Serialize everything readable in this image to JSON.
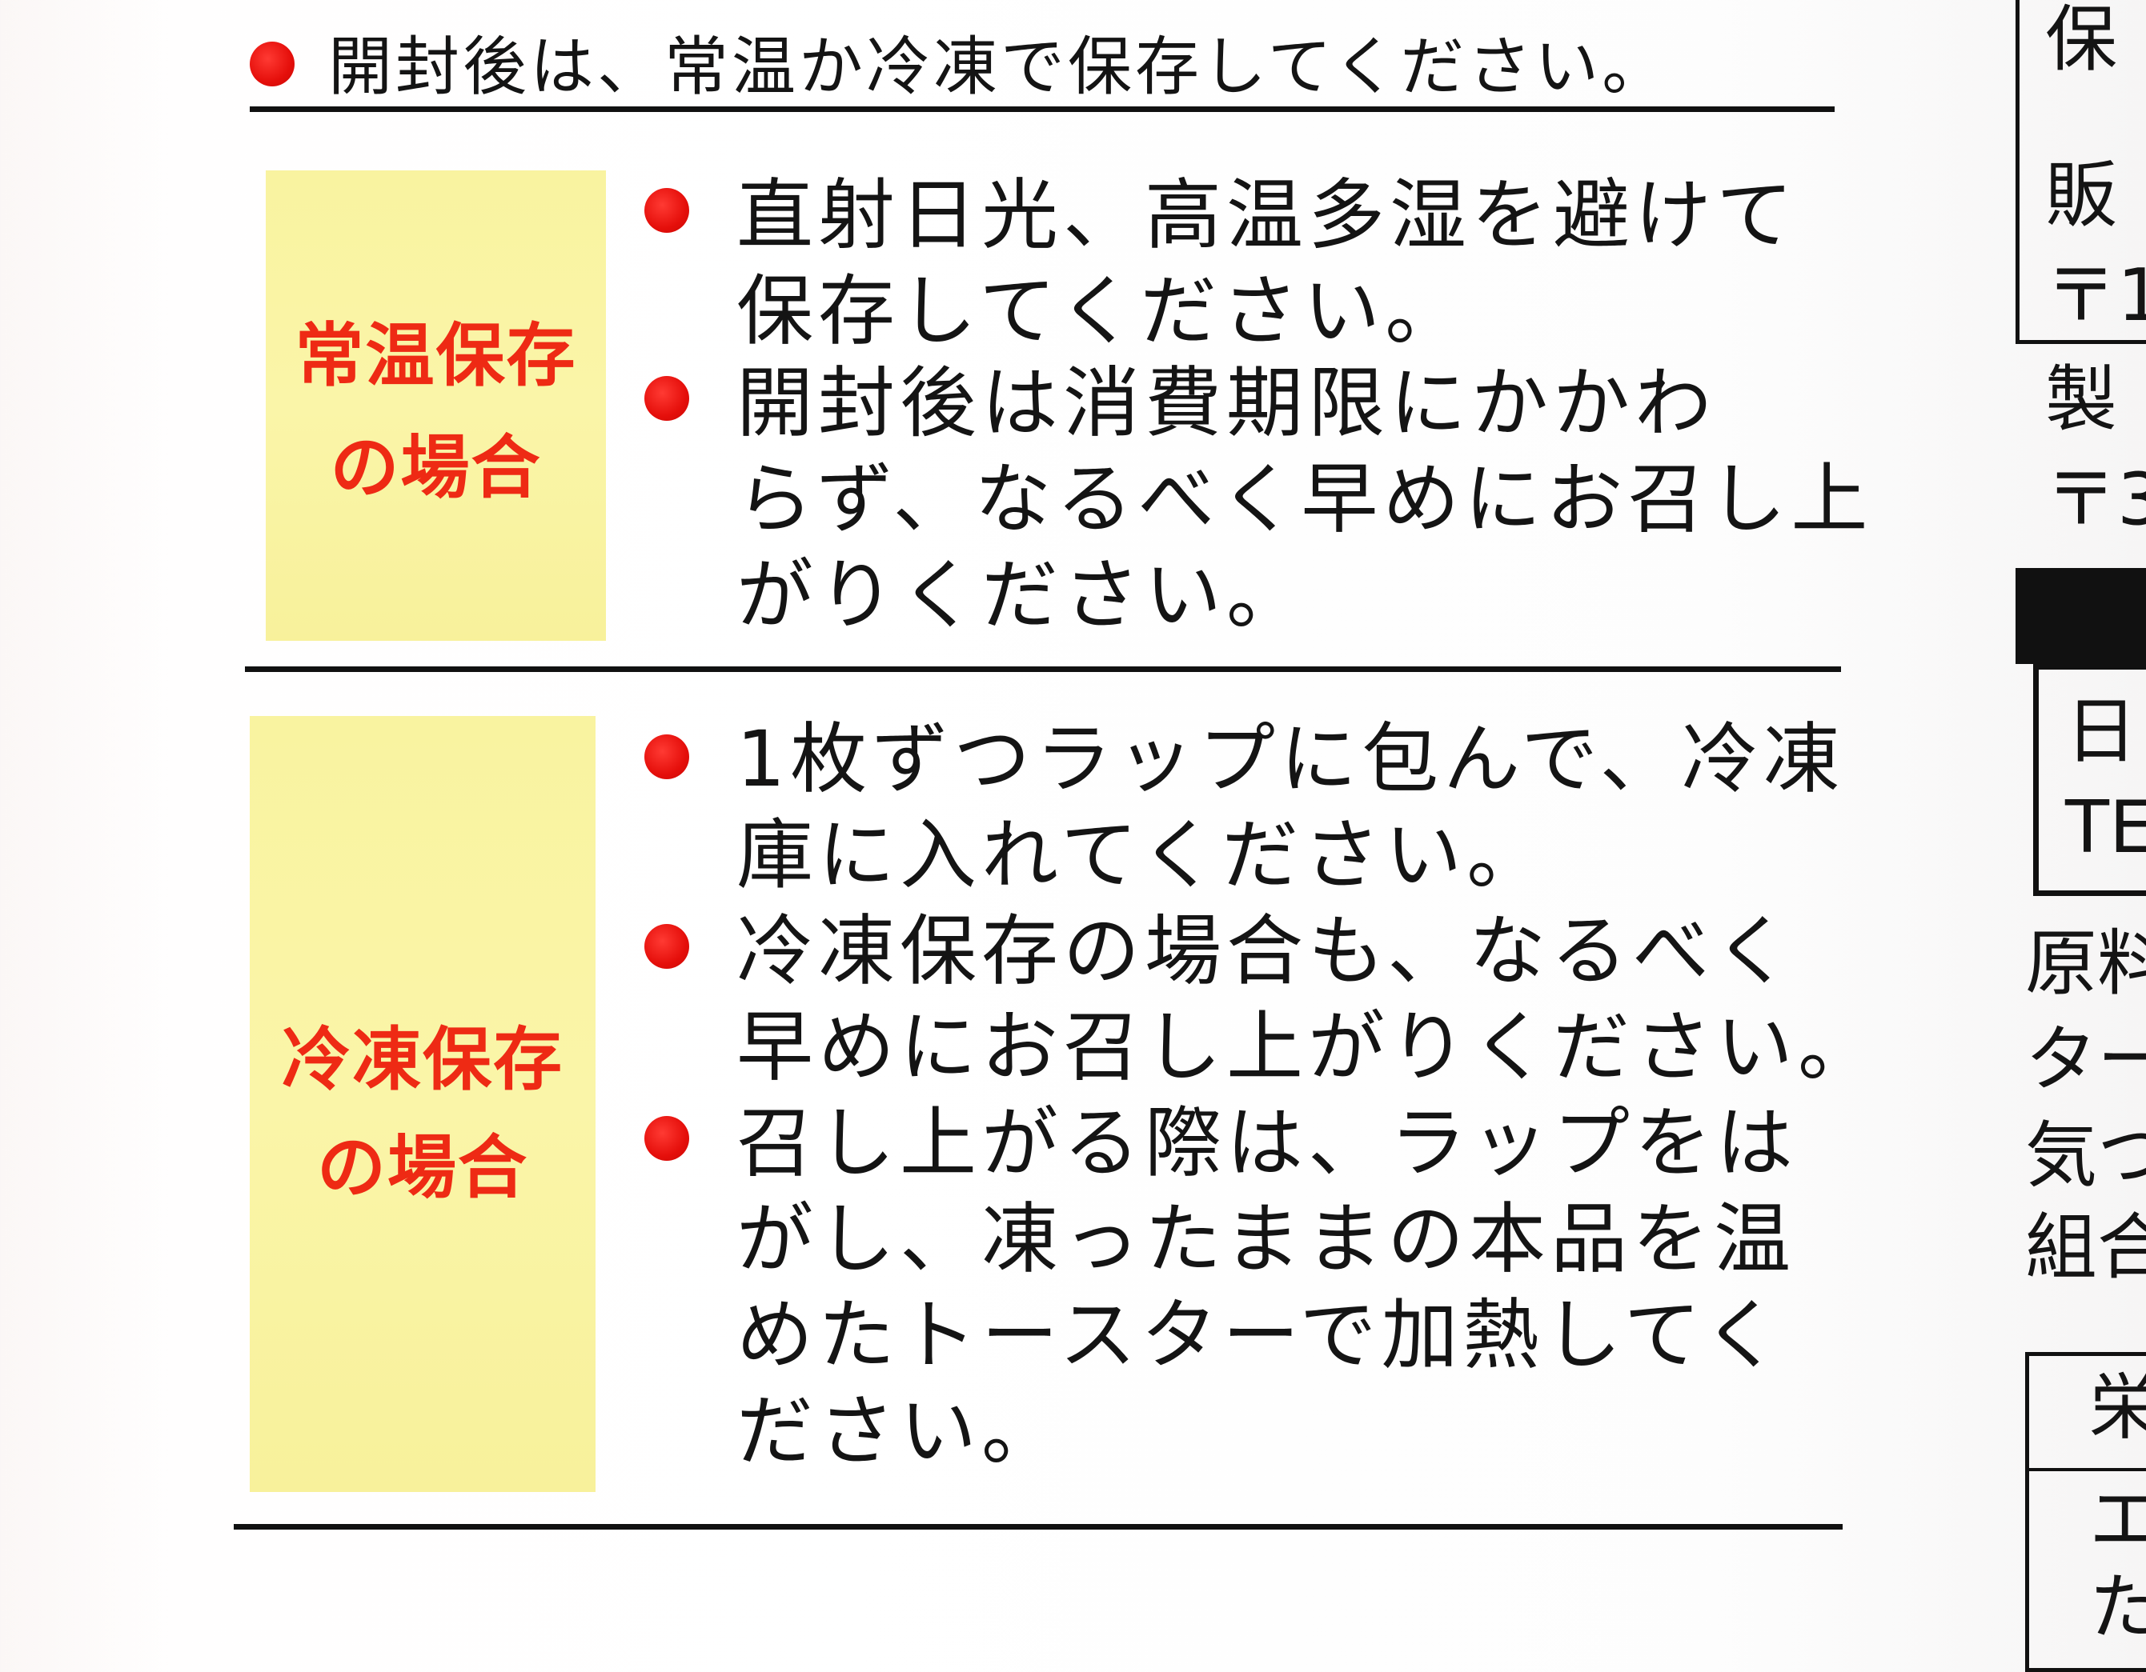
{
  "top_note": "開封後は、常温か冷凍で保存してください。",
  "sections": [
    {
      "category": [
        "常温保存",
        "の場合"
      ],
      "items": [
        [
          "直射日光、高温多湿を避けて",
          "保存してください。"
        ],
        [
          "開封後は消費期限にかかわ",
          "らず、なるべく早めにお召し上",
          "がりください。"
        ]
      ]
    },
    {
      "category": [
        "冷凍保存",
        "の場合"
      ],
      "items": [
        [
          "1枚ずつラップに包んで、冷凍",
          "庫に入れてください。"
        ],
        [
          "冷凍保存の場合も、なるべく",
          "早めにお召し上がりください。"
        ],
        [
          "召し上がる際は、ラップをは",
          "がし、凍ったままの本品を温",
          "めたトースターで加熱してく",
          "ださい。"
        ]
      ]
    }
  ],
  "right_edge_fragments": [
    "保",
    "販",
    "〒1",
    "製",
    "〒3",
    "日",
    "TE",
    "原料",
    "ター",
    "気つ",
    "組合",
    "栄",
    "エ",
    "た"
  ],
  "colors": {
    "bullet": "#e50f0b",
    "category_text": "#ee2a14",
    "category_bg": "#faf5a8",
    "rule": "#111111"
  }
}
